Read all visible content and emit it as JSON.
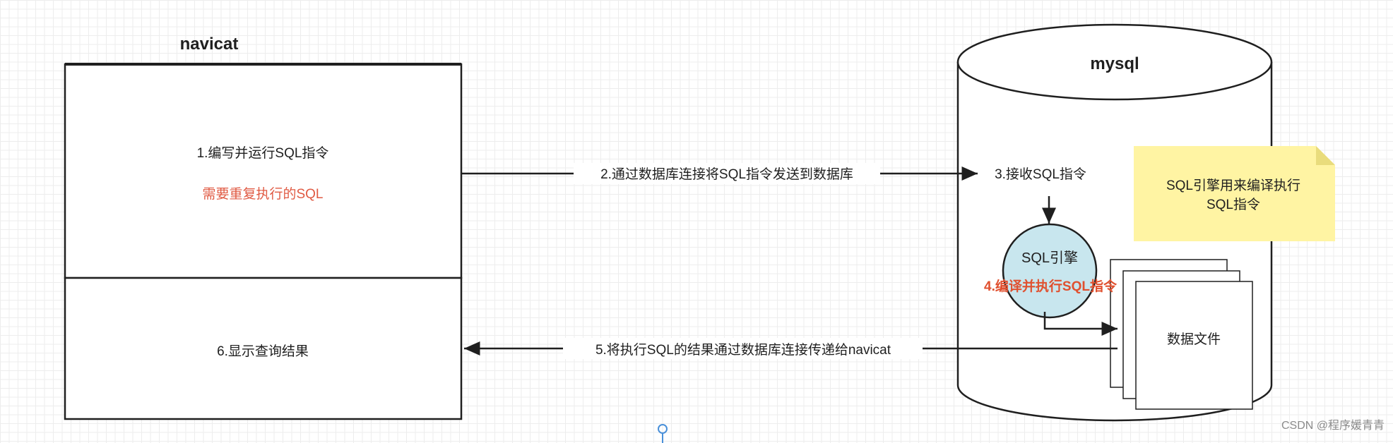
{
  "navicat": {
    "title": "navicat",
    "step1": "1.编写并运行SQL指令",
    "note_red": "需要重复执行的SQL",
    "step6": "6.显示查询结果"
  },
  "mysql": {
    "title": "mysql",
    "step3": "3.接收SQL指令",
    "engine_label": "SQL引擎",
    "step4": "4.编译并执行SQL指令",
    "data_files": "数据文件",
    "sticky_line1": "SQL引擎用来编译执行",
    "sticky_line2": "SQL指令"
  },
  "arrows": {
    "step2": "2.通过数据库连接将SQL指令发送到数据库",
    "step5": "5.将执行SQL的结果通过数据库连接传递给navicat"
  },
  "watermark": "CSDN @程序媛青青",
  "colors": {
    "accent_red": "#e05a43",
    "engine_fill": "#c8e6ee",
    "sticky_fill": "#fff4a3",
    "line": "#1f1f1f"
  }
}
